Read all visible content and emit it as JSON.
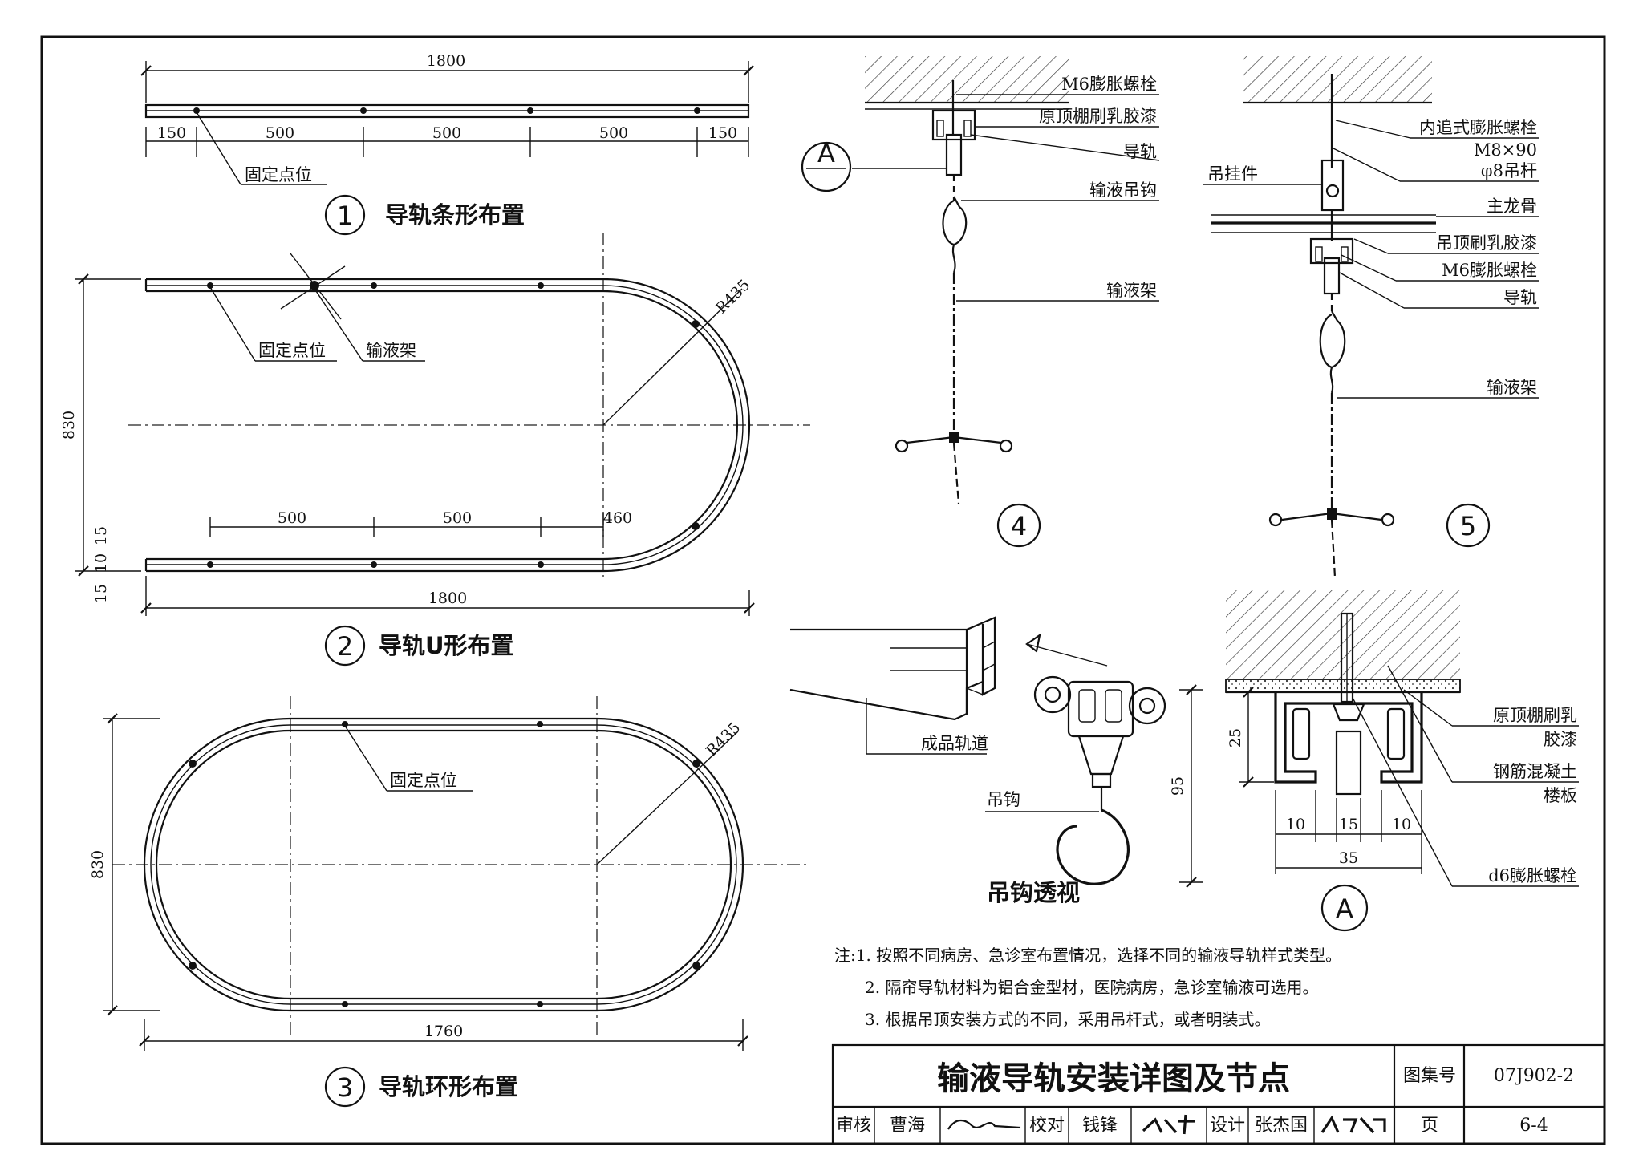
{
  "drawing_title": "输液导轨安装详图及节点",
  "views": {
    "v1": {
      "number": "1",
      "caption": "导轨条形布置",
      "fix_point": "固定点位",
      "dims": {
        "total": "1800",
        "s1": "150",
        "s2": "500",
        "s3": "500",
        "s4": "500",
        "s5": "150"
      }
    },
    "v2": {
      "number": "2",
      "caption": "导轨U形布置",
      "fix_point": "固定点位",
      "iv_stand": "输液架",
      "radius": "R435",
      "dims": {
        "height": "830",
        "a": "500",
        "b": "500",
        "c": "460",
        "total": "1800",
        "t1": "15",
        "t2": "10",
        "t3": "15"
      }
    },
    "v3": {
      "number": "3",
      "caption": "导轨环形布置",
      "fix_point": "固定点位",
      "radius": "R435",
      "dims": {
        "height": "830",
        "total": "1760"
      }
    },
    "v4": {
      "number": "4",
      "section_ref": "A",
      "labels": {
        "bolt": "M6膨胀螺栓",
        "ceiling": "原顶棚刷乳胶漆",
        "rail": "导轨",
        "hook": "输液吊钩",
        "stand": "输液架"
      }
    },
    "v5": {
      "number": "5",
      "labels": {
        "bolt": "内追式膨胀螺栓",
        "bolt_size": "M8×90",
        "rod": "φ8吊杆",
        "hanger": "吊挂件",
        "keel": "主龙骨",
        "ceiling": "吊顶刷乳胶漆",
        "m6": "M6膨胀螺栓",
        "rail": "导轨",
        "stand": "输液架"
      }
    },
    "hook_view": {
      "caption": "吊钩透视",
      "track": "成品轨道",
      "hook": "吊钩",
      "dim": "95"
    },
    "section_a": {
      "letter": "A",
      "ceiling": "原顶棚刷乳",
      "ceiling2": "胶漆",
      "slab": "钢筋混凝土",
      "slab2": "楼板",
      "bolt": "d6膨胀螺栓",
      "dims": {
        "h": "25",
        "w1": "10",
        "w2": "15",
        "w3": "10",
        "total": "35"
      }
    }
  },
  "notes": [
    "注:1. 按照不同病房、急诊室布置情况，选择不同的输液导轨样式类型。",
    "2. 隔帘导轨材料为铝合金型材，医院病房，急诊室输液可选用。",
    "3. 根据吊顶安装方式的不同，采用吊杆式，或者明装式。"
  ],
  "title_block": {
    "atlas_label": "图集号",
    "atlas_no": "07J902-2",
    "review_label": "审核",
    "reviewer": "曹海",
    "check_label": "校对",
    "checker": "钱锋",
    "design_label": "设计",
    "designer": "张杰国",
    "page_label": "页",
    "page_no": "6-4"
  }
}
